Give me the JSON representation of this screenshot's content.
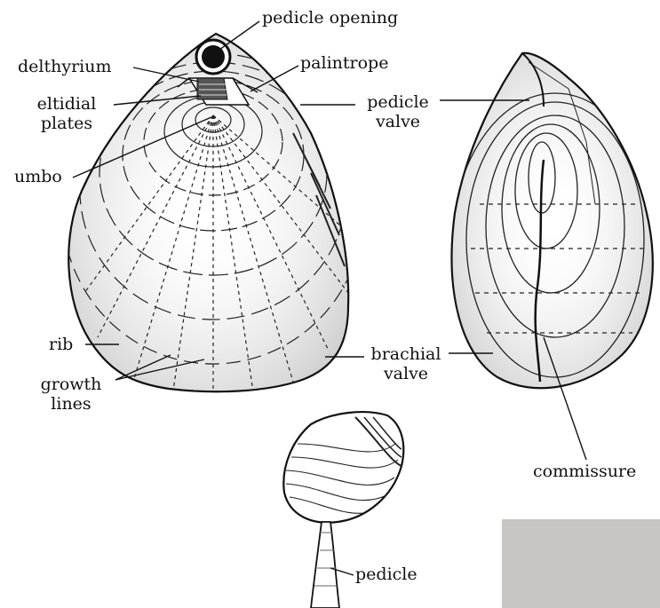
{
  "labels": {
    "pedicle_opening": "pedicle opening",
    "palintrope": "palintrope",
    "delthyrium": "delthyrium",
    "eltidial_plates": "eltidial\nplates",
    "pedicle_valve": "pedicle\nvalve",
    "umbo": "umbo",
    "rib": "rib",
    "growth_lines": "growth\nlines",
    "brachial_valve": "brachial\nvalve",
    "commissure": "commissure",
    "pedicle": "pedicle"
  },
  "colors": {
    "ink": "#111111",
    "paper": "#ffffff",
    "swatch": "#c7c6c4"
  }
}
